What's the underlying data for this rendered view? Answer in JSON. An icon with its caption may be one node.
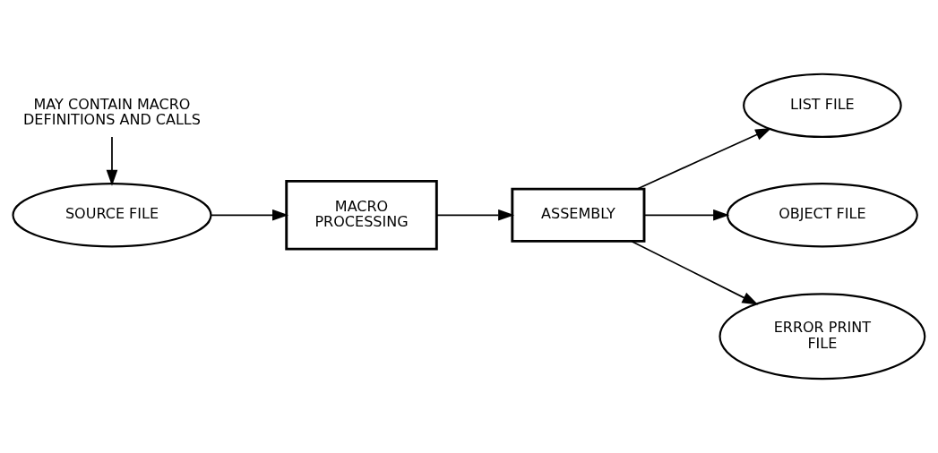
{
  "diagram": {
    "nodes": [
      {
        "text": [
          "SOURCE FILE"
        ]
      },
      {
        "text": [
          "MACRO PROCESSING"
        ]
      },
      {
        "text": [
          "ASSEMBLY"
        ]
      },
      {
        "text": [
          "LIST FILE"
        ]
      },
      {
        "text": [
          "OBJECT FILE"
        ]
      },
      {
        "text": [
          "ERROR PRINT FILE"
        ]
      },
      {
        "text": [
          "MAY CONTAIN MACRO DEFINITIONS AND CALLS"
        ]
      }
    ],
    "edges": [
      {
        "from": 0,
        "to": 1,
        "arrow": "to"
      },
      {
        "from": 1,
        "to": 2,
        "arrow": "to"
      },
      {
        "from": 2,
        "to": 3,
        "arrow": "to"
      },
      {
        "from": 2,
        "to": 4,
        "arrow": "to"
      },
      {
        "from": 2,
        "to": 5,
        "arrow": "to"
      },
      {
        "from": 6,
        "to": 0,
        "arrow": "to"
      }
    ]
  }
}
